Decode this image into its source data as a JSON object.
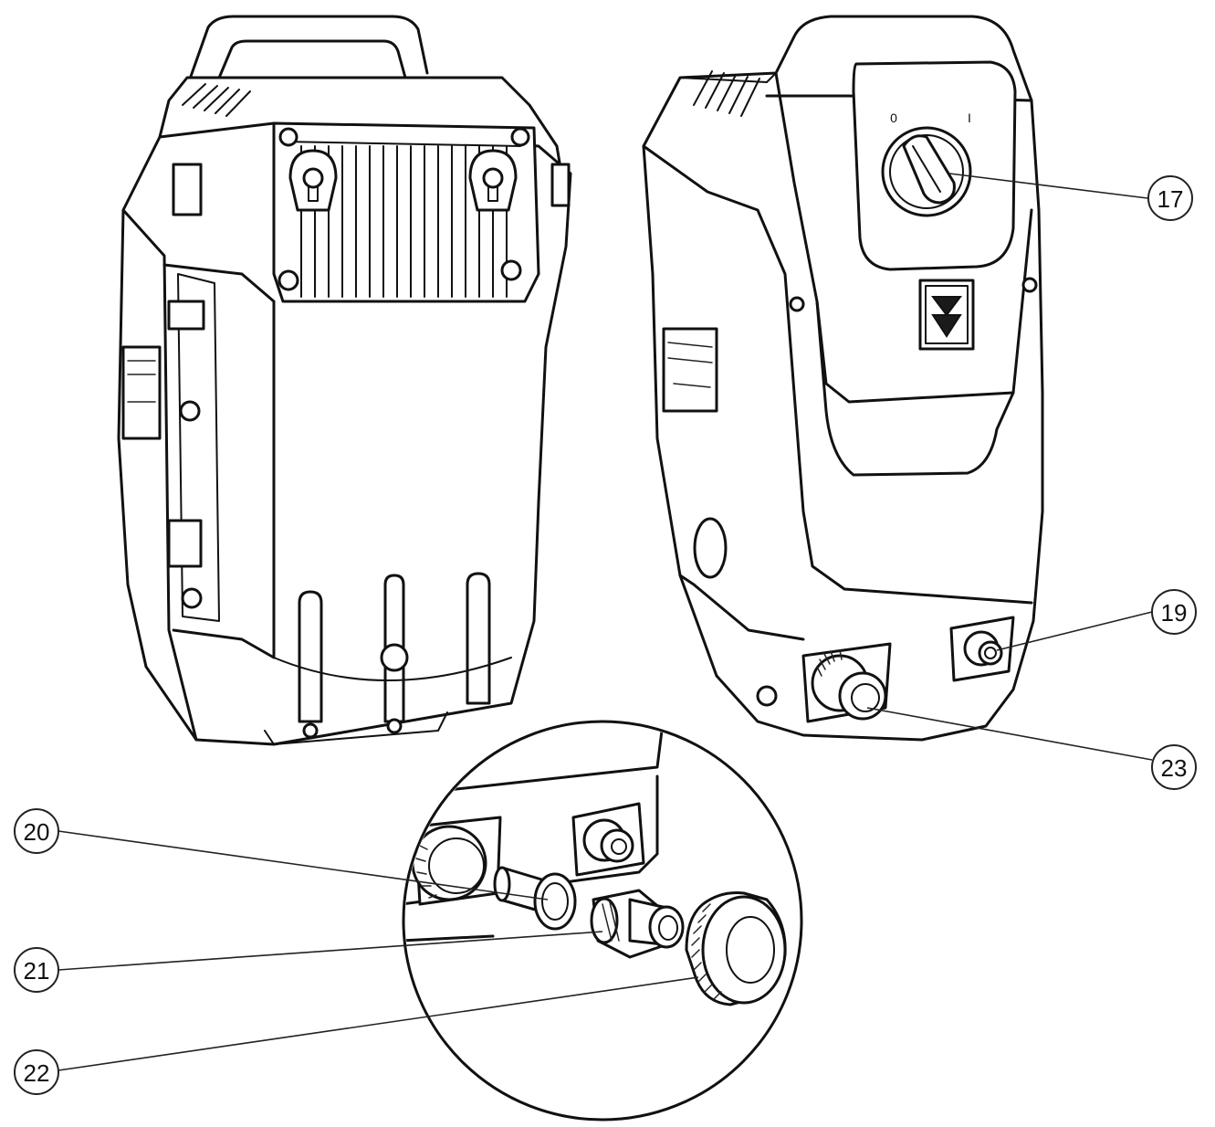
{
  "callouts": [
    {
      "id": "17",
      "label": "17"
    },
    {
      "id": "19",
      "label": "19"
    },
    {
      "id": "20",
      "label": "20"
    },
    {
      "id": "21",
      "label": "21"
    },
    {
      "id": "22",
      "label": "22"
    },
    {
      "id": "23",
      "label": "23"
    }
  ],
  "switch": {
    "off_mark": "0",
    "on_mark": "I"
  }
}
